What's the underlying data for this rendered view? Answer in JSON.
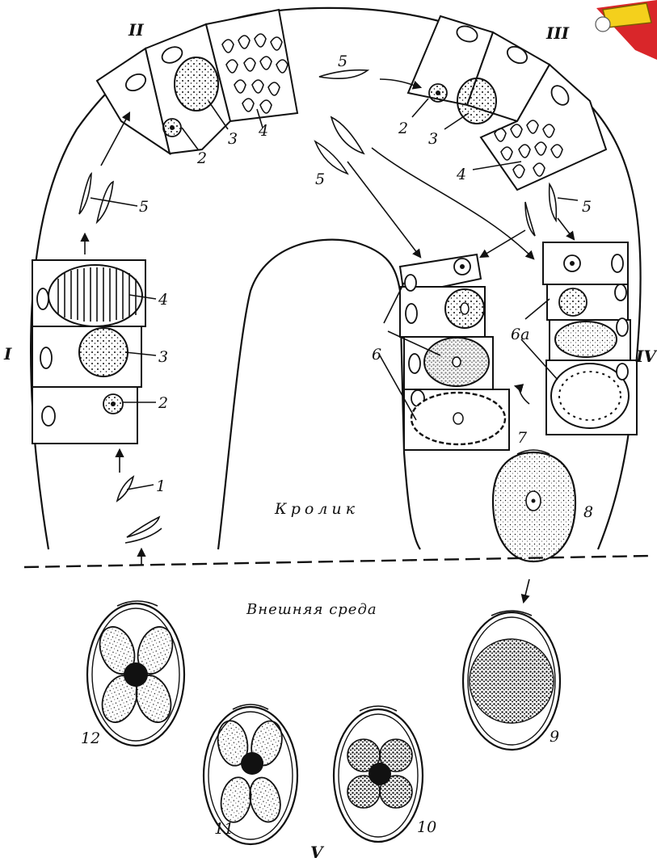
{
  "diagram": {
    "host_label": "Кролик",
    "environment_label": "Внешняя среда",
    "roman_numerals": {
      "I": "I",
      "II": "II",
      "III": "III",
      "IV": "IV",
      "V": "V"
    },
    "stage_labels": {
      "l1": "1",
      "l2a": "2",
      "l2b": "2",
      "l2c": "2",
      "l3a": "3",
      "l3b": "3",
      "l3c": "3",
      "l4a": "4",
      "l4b": "4",
      "l4c": "4",
      "l5a": "5",
      "l5b": "5",
      "l5c": "5",
      "l5d": "5",
      "l6": "6",
      "l6a": "6а",
      "l7": "7",
      "l8": "8",
      "l9": "9",
      "l10": "10",
      "l11": "11",
      "l12": "12"
    },
    "colors": {
      "ink": "#111111",
      "paper": "#ffffff",
      "badge_red": "#d9262a",
      "badge_yellow": "#f4d01c"
    }
  }
}
